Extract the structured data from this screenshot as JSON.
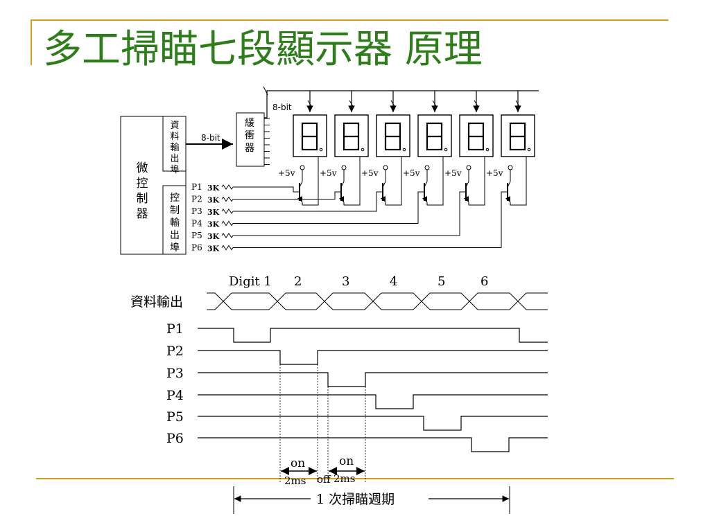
{
  "slide": {
    "title": "多工掃瞄七段顯示器 原理"
  },
  "circuit": {
    "mcu_label": "微控制器",
    "data_port_label": "資料輸出埠",
    "control_port_label": "控制輸出埠",
    "buffer_label": "緩衝器",
    "data_bus_label": "8-bit",
    "buffer_bus_label": "8-bit",
    "pins": [
      "P1",
      "P2",
      "P3",
      "P4",
      "P5",
      "P6"
    ],
    "resistor_label": "3K",
    "supply_label": "+5v",
    "digit_glyph": "8"
  },
  "timing": {
    "data_row_label": "資料輸出",
    "digit_labels": [
      "Digit 1",
      "2",
      "3",
      "4",
      "5",
      "6"
    ],
    "rows": [
      "P1",
      "P2",
      "P3",
      "P4",
      "P5",
      "P6"
    ],
    "on_label": "on",
    "off_label": "off",
    "duration_label": "2ms",
    "cycle_label": "1 次掃瞄週期"
  }
}
